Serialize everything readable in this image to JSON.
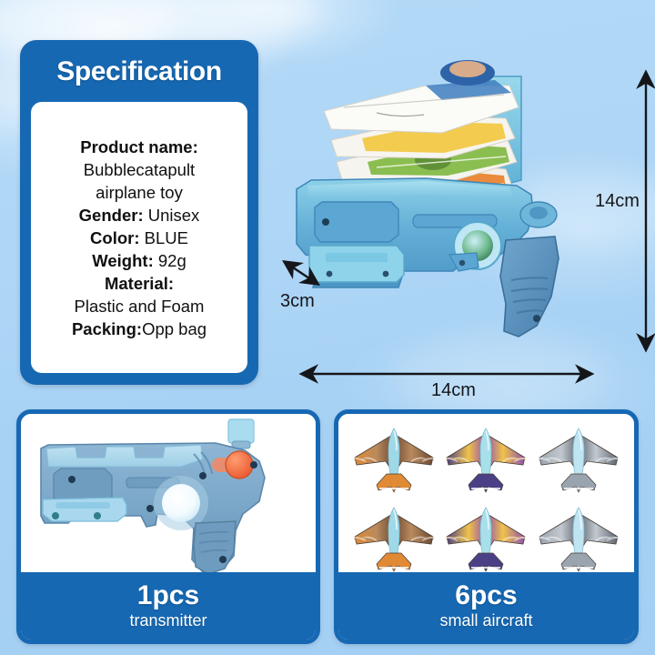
{
  "background": {
    "name": "sky-background",
    "color_top": "#b3d9f7",
    "color_bottom": "#a3cff4"
  },
  "spec_card": {
    "title": "Specification",
    "header_color": "#1668b3",
    "body_color": "#ffffff",
    "lines": [
      {
        "key": "Product name:",
        "value": ""
      },
      {
        "key": "",
        "value": "Bubblecatapult"
      },
      {
        "key": "",
        "value": "airplane toy"
      },
      {
        "key": "Gender:",
        "value": " Unisex"
      },
      {
        "key": "Color:",
        "value": " BLUE"
      },
      {
        "key": "Weight:",
        "value": " 92g"
      },
      {
        "key": "Material:",
        "value": ""
      },
      {
        "key": "",
        "value": "Plastic and Foam"
      },
      {
        "key": "Packing:",
        "value": "Opp bag"
      }
    ]
  },
  "dimensions": {
    "width_label": "14cm",
    "height_label": "14cm",
    "depth_label": "3cm",
    "arrow_color": "#15161a"
  },
  "hero": {
    "name": "bubble-catapult-airplane-gun",
    "body_color": "#5aa9d6",
    "accent_color": "#8fd3ea",
    "grip_color": "#5d94c4"
  },
  "panels": [
    {
      "name": "transmitter",
      "quantity": "1pcs",
      "subtitle": "transmitter",
      "caption_color": "#1668b3",
      "product_color": "#7fa8c9"
    },
    {
      "name": "small-aircraft",
      "quantity": "6pcs",
      "subtitle": "small aircraft",
      "caption_color": "#1668b3",
      "planes": [
        {
          "label": "brown-striped-plane",
          "wing": "#6b4a34",
          "wing2": "#b98a5d",
          "body": "#9fd9e8",
          "nose": "#e08a36"
        },
        {
          "label": "purple-yellow-plane",
          "wing": "#8e4fb0",
          "wing2": "#f0c24a",
          "body": "#a8e0ea",
          "nose": "#4b3f86"
        },
        {
          "label": "gray-silver-plane",
          "wing": "#5d6670",
          "wing2": "#c2c8cf",
          "body": "#bfe4f2",
          "nose": "#9aa4ae"
        },
        {
          "label": "brown-striped-plane",
          "wing": "#6b4a34",
          "wing2": "#b98a5d",
          "body": "#9fd9e8",
          "nose": "#e08a36"
        },
        {
          "label": "purple-yellow-plane",
          "wing": "#8e4fb0",
          "wing2": "#f0c24a",
          "body": "#a8e0ea",
          "nose": "#4b3f86"
        },
        {
          "label": "gray-silver-plane",
          "wing": "#5d6670",
          "wing2": "#c2c8cf",
          "body": "#bfe4f2",
          "nose": "#9aa4ae"
        }
      ]
    }
  ]
}
